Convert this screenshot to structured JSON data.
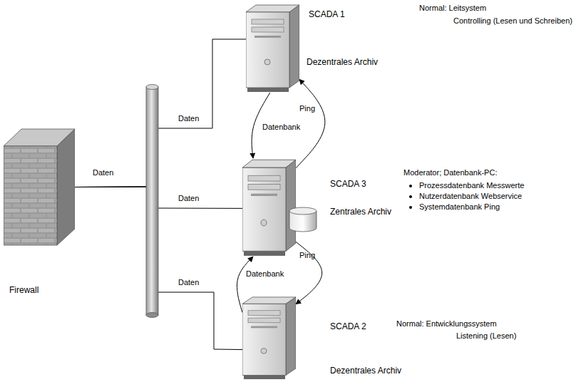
{
  "diagram": {
    "nodes": [
      {
        "text": [
          "Firewall"
        ]
      },
      {
        "text": [
          "SCADA 1",
          "Dezentrales Archiv"
        ]
      },
      {
        "text": [
          "SCADA 3",
          "Zentrales Archiv"
        ]
      },
      {
        "text": [
          "SCADA 2",
          "Dezentrales Archiv"
        ]
      }
    ],
    "edges": [
      {
        "from": 0,
        "to": 1,
        "label": "Daten",
        "arrow": "none"
      },
      {
        "from": 0,
        "to": 2,
        "label": "Daten",
        "arrow": "none"
      },
      {
        "from": 0,
        "to": 3,
        "label": "Daten",
        "arrow": "none"
      },
      {
        "from": 1,
        "to": 2,
        "label": "Datenbank",
        "arrow": "to"
      },
      {
        "from": 2,
        "to": 1,
        "label": "Ping",
        "arrow": "to"
      },
      {
        "from": 2,
        "to": 3,
        "label": "Ping",
        "arrow": "to"
      },
      {
        "from": 3,
        "to": 2,
        "label": "Datenbank",
        "arrow": "to"
      }
    ],
    "labels": [
      "Daten",
      "Normal: Leitsystem",
      "Controlling (Lesen und Schreiben)",
      "Moderator; Datenbank-PC:",
      "Prozessdatenbank Messwerte",
      "Nutzerdatenbank Webservice",
      "Systemdatenbank Ping",
      "Normal: Entwicklungssystem",
      "Listening (Lesen)"
    ]
  }
}
